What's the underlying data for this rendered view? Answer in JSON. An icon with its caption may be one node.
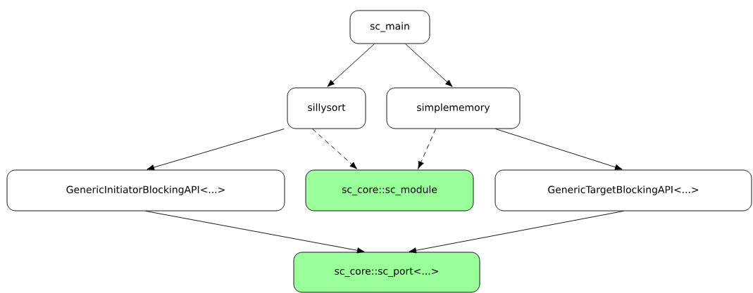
{
  "diagram": {
    "nodes": [
      {
        "text": [
          "sc_main"
        ]
      },
      {
        "text": [
          "sillysort"
        ]
      },
      {
        "text": [
          "simplememory"
        ]
      },
      {
        "text": [
          "GenericInitiatorBlockingAPI<...>"
        ]
      },
      {
        "text": [
          "sc_core::sc_module"
        ]
      },
      {
        "text": [
          "GenericTargetBlockingAPI<...>"
        ]
      },
      {
        "text": [
          "sc_core::sc_port<...>"
        ]
      }
    ],
    "edges": [
      {
        "from": 0,
        "to": 1,
        "arrow": "to"
      },
      {
        "from": 0,
        "to": 2,
        "arrow": "to"
      },
      {
        "from": 1,
        "to": 3,
        "arrow": "to"
      },
      {
        "from": 1,
        "to": 4,
        "arrow": "to",
        "style": "dashed"
      },
      {
        "from": 2,
        "to": 4,
        "arrow": "to",
        "style": "dashed"
      },
      {
        "from": 2,
        "to": 5,
        "arrow": "to"
      },
      {
        "from": 3,
        "to": 6,
        "arrow": "to"
      },
      {
        "from": 5,
        "to": 6,
        "arrow": "to"
      }
    ]
  }
}
